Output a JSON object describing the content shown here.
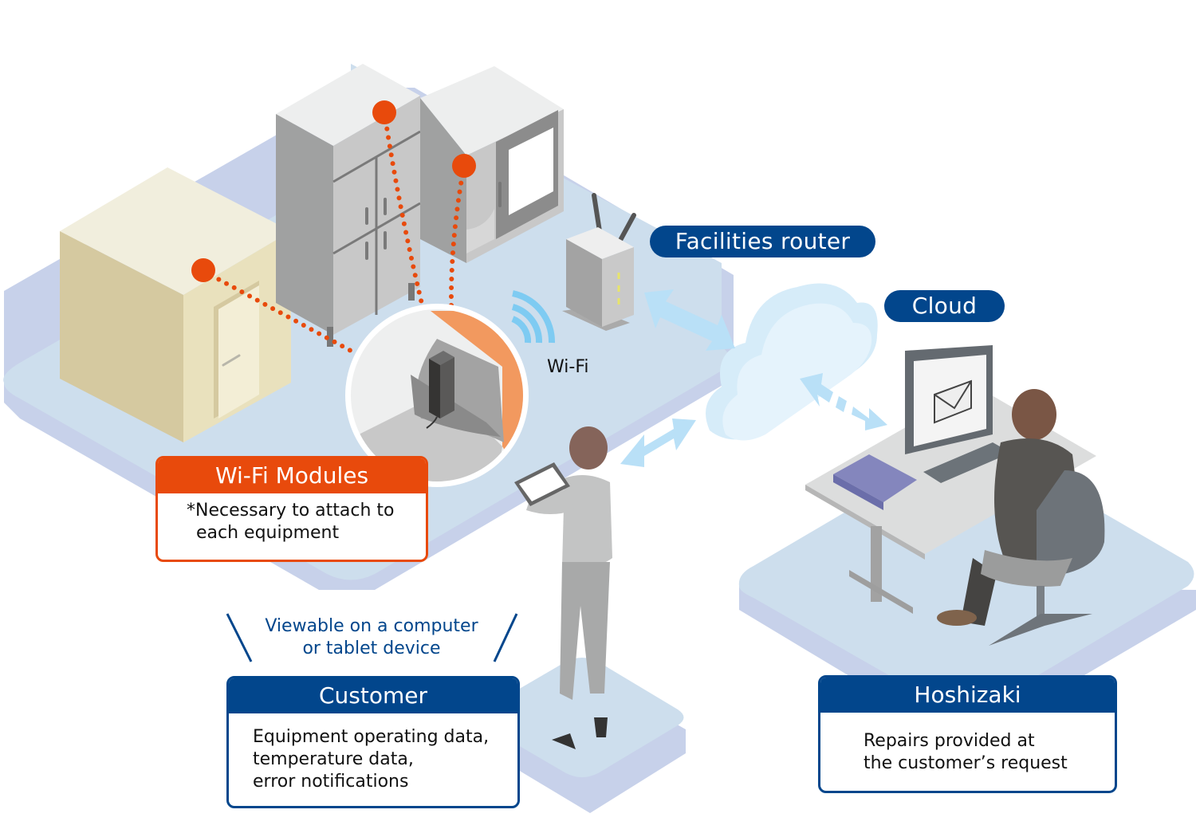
{
  "labels": {
    "facilities_router": "Facilities router",
    "cloud": "Cloud",
    "wifi": "Wi-Fi",
    "viewable_line1": "Viewable on a computer",
    "viewable_line2": "or tablet device"
  },
  "cards": {
    "wifi_modules": {
      "title": "Wi-Fi Modules",
      "lines": [
        "*Necessary to attach to",
        "each equipment"
      ]
    },
    "customer": {
      "title": "Customer",
      "lines": [
        "Equipment operating data,",
        "temperature data,",
        "error notifications"
      ]
    },
    "hoshizaki": {
      "title": "Hoshizaki",
      "lines": [
        "Repairs provided at",
        "the customer’s request"
      ]
    }
  },
  "colors": {
    "accent_orange": "#e84a0c",
    "brand_blue": "#02468c",
    "platform": "#cddeed",
    "platform_side": "#c7d1ea",
    "arrow": "#b9e0f7",
    "wifi_waves": "#7ecbf2"
  }
}
